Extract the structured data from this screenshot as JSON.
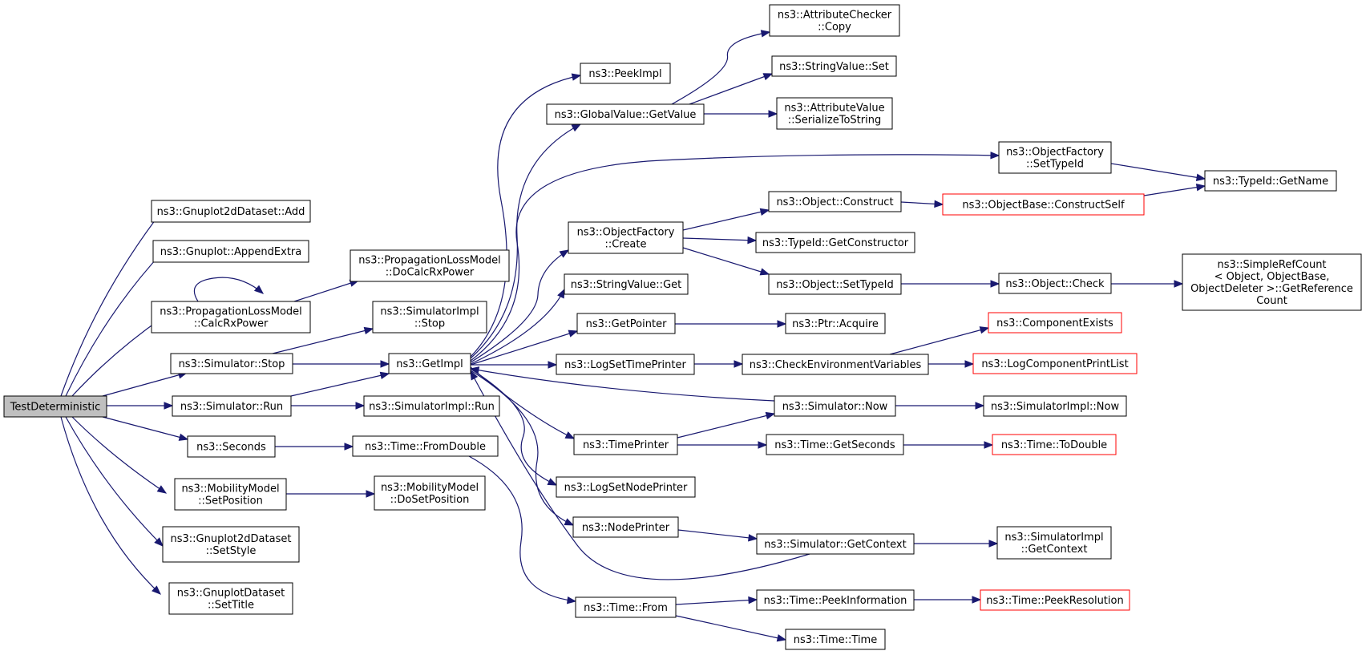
{
  "nodes": [
    {
      "id": "root",
      "lines": [
        "TestDeterministic"
      ],
      "root": true
    },
    {
      "id": "gp2dAdd",
      "lines": [
        "ns3::Gnuplot2dDataset::Add"
      ]
    },
    {
      "id": "gpAppend",
      "lines": [
        "ns3::Gnuplot::AppendExtra"
      ]
    },
    {
      "id": "plmCalc",
      "lines": [
        "ns3::PropagationLossModel",
        "::CalcRxPower"
      ]
    },
    {
      "id": "simStop",
      "lines": [
        "ns3::Simulator::Stop"
      ]
    },
    {
      "id": "simRun",
      "lines": [
        "ns3::Simulator::Run"
      ]
    },
    {
      "id": "seconds",
      "lines": [
        "ns3::Seconds"
      ]
    },
    {
      "id": "mmSetPos",
      "lines": [
        "ns3::MobilityModel",
        "::SetPosition"
      ]
    },
    {
      "id": "gp2dStyle",
      "lines": [
        "ns3::Gnuplot2dDataset",
        "::SetStyle"
      ]
    },
    {
      "id": "gpdTitle",
      "lines": [
        "ns3::GnuplotDataset",
        "::SetTitle"
      ]
    },
    {
      "id": "plmDoCalc",
      "lines": [
        "ns3::PropagationLossModel",
        "::DoCalcRxPower"
      ]
    },
    {
      "id": "simImplStop",
      "lines": [
        "ns3::SimulatorImpl",
        "::Stop"
      ]
    },
    {
      "id": "getImpl",
      "lines": [
        "ns3::GetImpl"
      ]
    },
    {
      "id": "simImplRun",
      "lines": [
        "ns3::SimulatorImpl::Run"
      ]
    },
    {
      "id": "timeFromDouble",
      "lines": [
        "ns3::Time::FromDouble"
      ]
    },
    {
      "id": "mmDoSetPos",
      "lines": [
        "ns3::MobilityModel",
        "::DoSetPosition"
      ]
    },
    {
      "id": "peekImpl",
      "lines": [
        "ns3::PeekImpl"
      ]
    },
    {
      "id": "gvGetValue",
      "lines": [
        "ns3::GlobalValue::GetValue"
      ]
    },
    {
      "id": "ofCreate",
      "lines": [
        "ns3::ObjectFactory",
        "::Create"
      ]
    },
    {
      "id": "svGet",
      "lines": [
        "ns3::StringValue::Get"
      ]
    },
    {
      "id": "getPointer",
      "lines": [
        "ns3::GetPointer"
      ]
    },
    {
      "id": "logSetTime",
      "lines": [
        "ns3::LogSetTimePrinter"
      ]
    },
    {
      "id": "timePrinter",
      "lines": [
        "ns3::TimePrinter"
      ]
    },
    {
      "id": "logSetNode",
      "lines": [
        "ns3::LogSetNodePrinter"
      ]
    },
    {
      "id": "nodePrinter",
      "lines": [
        "ns3::NodePrinter"
      ]
    },
    {
      "id": "timeFrom",
      "lines": [
        "ns3::Time::From"
      ]
    },
    {
      "id": "acCopy",
      "lines": [
        "ns3::AttributeChecker",
        "::Copy"
      ]
    },
    {
      "id": "svSet",
      "lines": [
        "ns3::StringValue::Set"
      ]
    },
    {
      "id": "avSerialize",
      "lines": [
        "ns3::AttributeValue",
        "::SerializeToString"
      ]
    },
    {
      "id": "objConstruct",
      "lines": [
        "ns3::Object::Construct"
      ]
    },
    {
      "id": "tidGetCtor",
      "lines": [
        "ns3::TypeId::GetConstructor"
      ]
    },
    {
      "id": "objSetTypeId",
      "lines": [
        "ns3::Object::SetTypeId"
      ]
    },
    {
      "id": "ptrAcquire",
      "lines": [
        "ns3::Ptr::Acquire"
      ]
    },
    {
      "id": "checkEnv",
      "lines": [
        "ns3::CheckEnvironmentVariables"
      ]
    },
    {
      "id": "simNow",
      "lines": [
        "ns3::Simulator::Now"
      ]
    },
    {
      "id": "timeGetSeconds",
      "lines": [
        "ns3::Time::GetSeconds"
      ]
    },
    {
      "id": "simGetContext",
      "lines": [
        "ns3::Simulator::GetContext"
      ]
    },
    {
      "id": "timePeekInfo",
      "lines": [
        "ns3::Time::PeekInformation"
      ]
    },
    {
      "id": "timeTime",
      "lines": [
        "ns3::Time::Time"
      ]
    },
    {
      "id": "ofSetTypeId",
      "lines": [
        "ns3::ObjectFactory",
        "::SetTypeId"
      ]
    },
    {
      "id": "obConstructSelf",
      "lines": [
        "ns3::ObjectBase::ConstructSelf"
      ],
      "red": true
    },
    {
      "id": "objCheck",
      "lines": [
        "ns3::Object::Check"
      ]
    },
    {
      "id": "compExists",
      "lines": [
        "ns3::ComponentExists"
      ],
      "red": true
    },
    {
      "id": "logCompPrint",
      "lines": [
        "ns3::LogComponentPrintList"
      ],
      "red": true
    },
    {
      "id": "simImplNow",
      "lines": [
        "ns3::SimulatorImpl::Now"
      ]
    },
    {
      "id": "timeToDouble",
      "lines": [
        "ns3::Time::ToDouble"
      ],
      "red": true
    },
    {
      "id": "simImplGetCtx",
      "lines": [
        "ns3::SimulatorImpl",
        "::GetContext"
      ]
    },
    {
      "id": "timePeekRes",
      "lines": [
        "ns3::Time::PeekResolution"
      ],
      "red": true
    },
    {
      "id": "tidGetName",
      "lines": [
        "ns3::TypeId::GetName"
      ]
    },
    {
      "id": "srcGetRef",
      "lines": [
        "ns3::SimpleRefCount",
        "< Object, ObjectBase,",
        " ObjectDeleter >::GetReference",
        "Count"
      ]
    }
  ],
  "edges": [
    {
      "from": "root",
      "to": "gp2dAdd"
    },
    {
      "from": "root",
      "to": "gpAppend"
    },
    {
      "from": "root",
      "to": "plmCalc"
    },
    {
      "from": "root",
      "to": "simStop"
    },
    {
      "from": "root",
      "to": "simRun"
    },
    {
      "from": "root",
      "to": "seconds"
    },
    {
      "from": "root",
      "to": "mmSetPos"
    },
    {
      "from": "root",
      "to": "gp2dStyle"
    },
    {
      "from": "root",
      "to": "gpdTitle"
    },
    {
      "from": "plmCalc",
      "to": "plmCalc"
    },
    {
      "from": "plmCalc",
      "to": "plmDoCalc"
    },
    {
      "from": "simStop",
      "to": "simImplStop"
    },
    {
      "from": "simStop",
      "to": "getImpl"
    },
    {
      "from": "simRun",
      "to": "getImpl"
    },
    {
      "from": "simRun",
      "to": "simImplRun"
    },
    {
      "from": "seconds",
      "to": "timeFromDouble"
    },
    {
      "from": "mmSetPos",
      "to": "mmDoSetPos"
    },
    {
      "from": "getImpl",
      "to": "peekImpl"
    },
    {
      "from": "getImpl",
      "to": "gvGetValue"
    },
    {
      "from": "getImpl",
      "to": "ofSetTypeId"
    },
    {
      "from": "getImpl",
      "to": "ofCreate"
    },
    {
      "from": "getImpl",
      "to": "svGet"
    },
    {
      "from": "getImpl",
      "to": "getPointer"
    },
    {
      "from": "getImpl",
      "to": "logSetTime"
    },
    {
      "from": "getImpl",
      "to": "timePrinter"
    },
    {
      "from": "getImpl",
      "to": "logSetNode"
    },
    {
      "from": "getImpl",
      "to": "nodePrinter"
    },
    {
      "from": "gvGetValue",
      "to": "acCopy"
    },
    {
      "from": "gvGetValue",
      "to": "svSet"
    },
    {
      "from": "gvGetValue",
      "to": "avSerialize"
    },
    {
      "from": "ofCreate",
      "to": "objConstruct"
    },
    {
      "from": "ofCreate",
      "to": "tidGetCtor"
    },
    {
      "from": "ofCreate",
      "to": "objSetTypeId"
    },
    {
      "from": "getPointer",
      "to": "ptrAcquire"
    },
    {
      "from": "logSetTime",
      "to": "checkEnv"
    },
    {
      "from": "timePrinter",
      "to": "simNow"
    },
    {
      "from": "timePrinter",
      "to": "timeGetSeconds"
    },
    {
      "from": "nodePrinter",
      "to": "simGetContext"
    },
    {
      "from": "simNow",
      "to": "getImpl"
    },
    {
      "from": "simNow",
      "to": "simImplNow"
    },
    {
      "from": "simGetContext",
      "to": "getImpl"
    },
    {
      "from": "simGetContext",
      "to": "simImplGetCtx"
    },
    {
      "from": "timeFromDouble",
      "to": "timeFrom"
    },
    {
      "from": "timeFrom",
      "to": "timePeekInfo"
    },
    {
      "from": "timeFrom",
      "to": "timeTime"
    },
    {
      "from": "timePeekInfo",
      "to": "timePeekRes"
    },
    {
      "from": "timeGetSeconds",
      "to": "timeToDouble"
    },
    {
      "from": "objConstruct",
      "to": "obConstructSelf"
    },
    {
      "from": "obConstructSelf",
      "to": "tidGetName"
    },
    {
      "from": "ofSetTypeId",
      "to": "tidGetName"
    },
    {
      "from": "objSetTypeId",
      "to": "objCheck"
    },
    {
      "from": "objCheck",
      "to": "srcGetRef"
    },
    {
      "from": "checkEnv",
      "to": "compExists"
    },
    {
      "from": "checkEnv",
      "to": "logCompPrint"
    }
  ]
}
